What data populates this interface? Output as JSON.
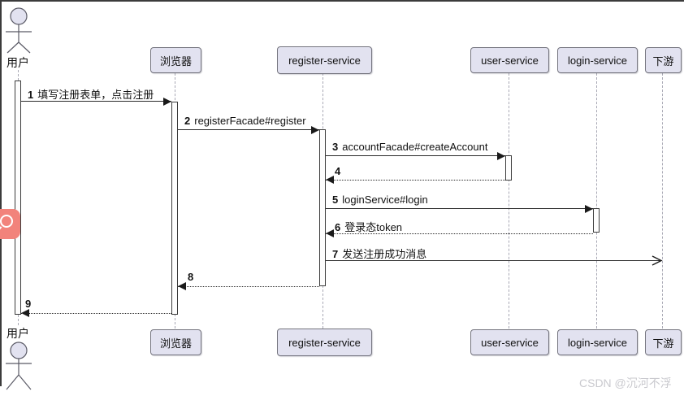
{
  "diagram_type": "uml-sequence",
  "colors": {
    "participant_fill": "#E2E2F0",
    "participant_border": "#75757F",
    "lifeline": "#A9A9B5",
    "message_line": "#2B2B2B",
    "frame_border": "#3B3B3B",
    "search_button": "#F2837B",
    "watermark_text": "#C9C9CE"
  },
  "participants": [
    {
      "id": "user",
      "label": "用户",
      "type": "actor"
    },
    {
      "id": "browser",
      "label": "浏览器",
      "type": "participant"
    },
    {
      "id": "register-service",
      "label": "register-service",
      "type": "participant"
    },
    {
      "id": "user-service",
      "label": "user-service",
      "type": "participant"
    },
    {
      "id": "login-service",
      "label": "login-service",
      "type": "participant"
    },
    {
      "id": "downstream",
      "label": "下游",
      "type": "participant"
    }
  ],
  "messages": [
    {
      "num": "1",
      "text": "填写注册表单，点击注册",
      "from": "用户",
      "to": "浏览器",
      "kind": "sync"
    },
    {
      "num": "2",
      "text": "registerFacade#register",
      "from": "浏览器",
      "to": "register-service",
      "kind": "sync"
    },
    {
      "num": "3",
      "text": "accountFacade#createAccount",
      "from": "register-service",
      "to": "user-service",
      "kind": "sync"
    },
    {
      "num": "4",
      "text": "",
      "from": "user-service",
      "to": "register-service",
      "kind": "return"
    },
    {
      "num": "5",
      "text": "loginService#login",
      "from": "register-service",
      "to": "login-service",
      "kind": "sync"
    },
    {
      "num": "6",
      "text": "登录态token",
      "from": "login-service",
      "to": "register-service",
      "kind": "return"
    },
    {
      "num": "7",
      "text": "发送注册成功消息",
      "from": "register-service",
      "to": "下游",
      "kind": "async"
    },
    {
      "num": "8",
      "text": "",
      "from": "register-service",
      "to": "浏览器",
      "kind": "return"
    },
    {
      "num": "9",
      "text": "",
      "from": "浏览器",
      "to": "用户",
      "kind": "return"
    }
  ],
  "watermark": "CSDN @沉河不浮"
}
